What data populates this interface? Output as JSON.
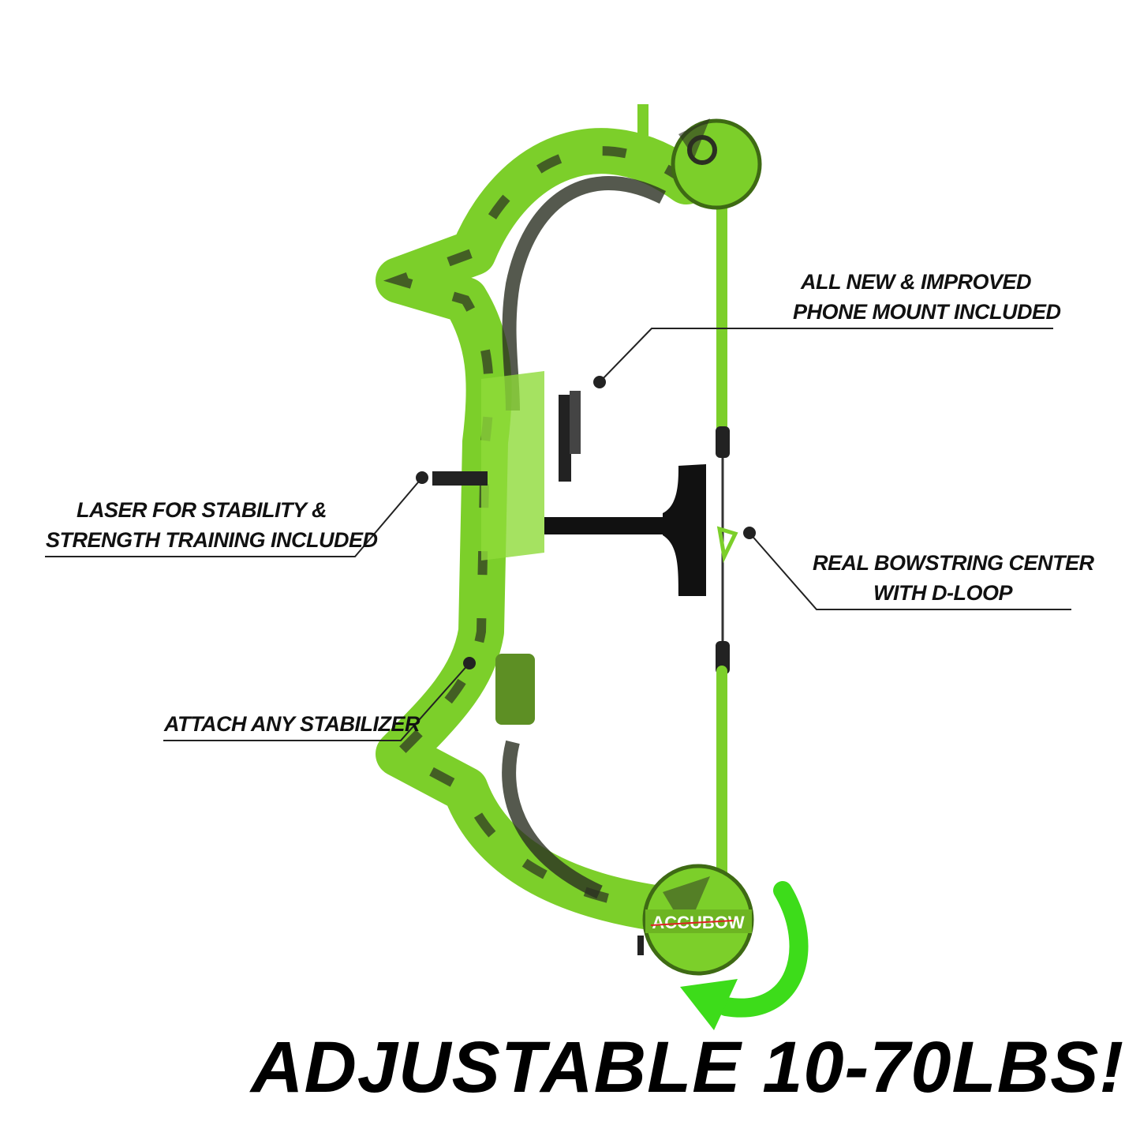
{
  "brand_logo": "ACCUBOW",
  "callouts": {
    "phone_mount": {
      "line1": "ALL NEW & IMPROVED",
      "line2": "PHONE MOUNT INCLUDED"
    },
    "laser": {
      "line1": "LASER FOR STABILITY &",
      "line2": "STRENGTH TRAINING INCLUDED"
    },
    "bowstring": {
      "line1": "REAL BOWSTRING CENTER",
      "line2": "WITH D-LOOP"
    },
    "stabilizer": {
      "line1": "ATTACH ANY STABILIZER"
    }
  },
  "headline": "ADJUSTABLE 10-70LBS!",
  "colors": {
    "bow_green": "#7ccf2a",
    "camo_dark": "#2b2f22",
    "arrow_green": "#3ddc1a",
    "text": "#111111"
  }
}
